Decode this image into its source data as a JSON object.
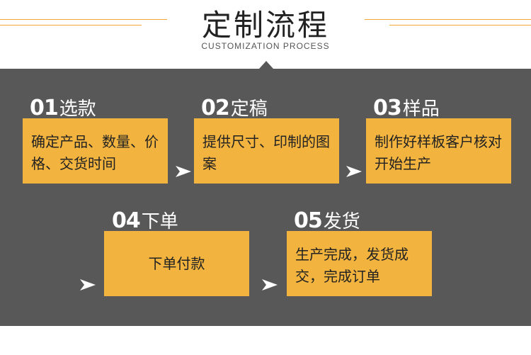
{
  "header": {
    "title": "定制流程",
    "subtitle": "CUSTOMIZATION PROCESS"
  },
  "colors": {
    "accent": "#f3b43f",
    "panel": "#585858",
    "line": "#f0a830"
  },
  "steps": [
    {
      "num": "01",
      "name": "选款",
      "desc": "确定产品、数量、价格、交货时间"
    },
    {
      "num": "02",
      "name": "定稿",
      "desc": "提供尺寸、印制的图案"
    },
    {
      "num": "03",
      "name": "样品",
      "desc": "制作好样板客户核对开始生产"
    },
    {
      "num": "04",
      "name": "下单",
      "desc": "下单付款"
    },
    {
      "num": "05",
      "name": "发货",
      "desc": "生产完成，发货成交，完成订单"
    }
  ]
}
